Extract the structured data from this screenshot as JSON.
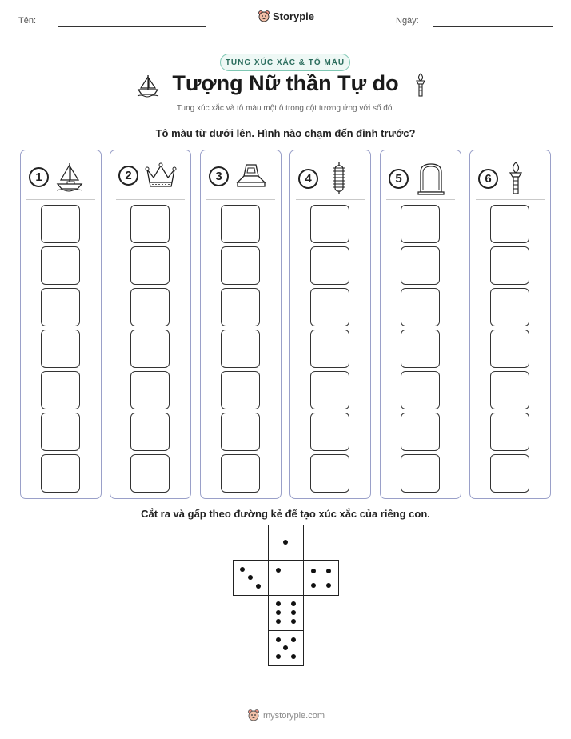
{
  "header": {
    "name_label": "Tên:",
    "date_label": "Ngày:",
    "brand": "Storypie"
  },
  "badge": "TUNG XÚC XẮC & TÔ MÀU",
  "title": "Tượng Nữ thần Tự do",
  "subtitle": "Tung xúc xắc và tô màu một ô trong cột tương ứng với số đó.",
  "instruction": "Tô màu từ dưới lên. Hình nào chạm đến đỉnh trước?",
  "columns": [
    {
      "number": "1",
      "icon": "sailboat-icon"
    },
    {
      "number": "2",
      "icon": "crown-icon"
    },
    {
      "number": "3",
      "icon": "statue-base-icon"
    },
    {
      "number": "4",
      "icon": "stone-column-icon"
    },
    {
      "number": "5",
      "icon": "tablet-icon"
    },
    {
      "number": "6",
      "icon": "torch-icon"
    }
  ],
  "boxes_per_column": 7,
  "cut_instruction": "Cắt ra và gấp theo đường kẻ để tạo xúc xắc của riêng con.",
  "dice_faces": [
    {
      "face": "top",
      "pips": 1
    },
    {
      "face": "left",
      "pips": 3
    },
    {
      "face": "center",
      "pips": 1
    },
    {
      "face": "right",
      "pips": 4
    },
    {
      "face": "lower",
      "pips": 6
    },
    {
      "face": "bottom",
      "pips": 5
    }
  ],
  "footer": "mystorypie.com"
}
